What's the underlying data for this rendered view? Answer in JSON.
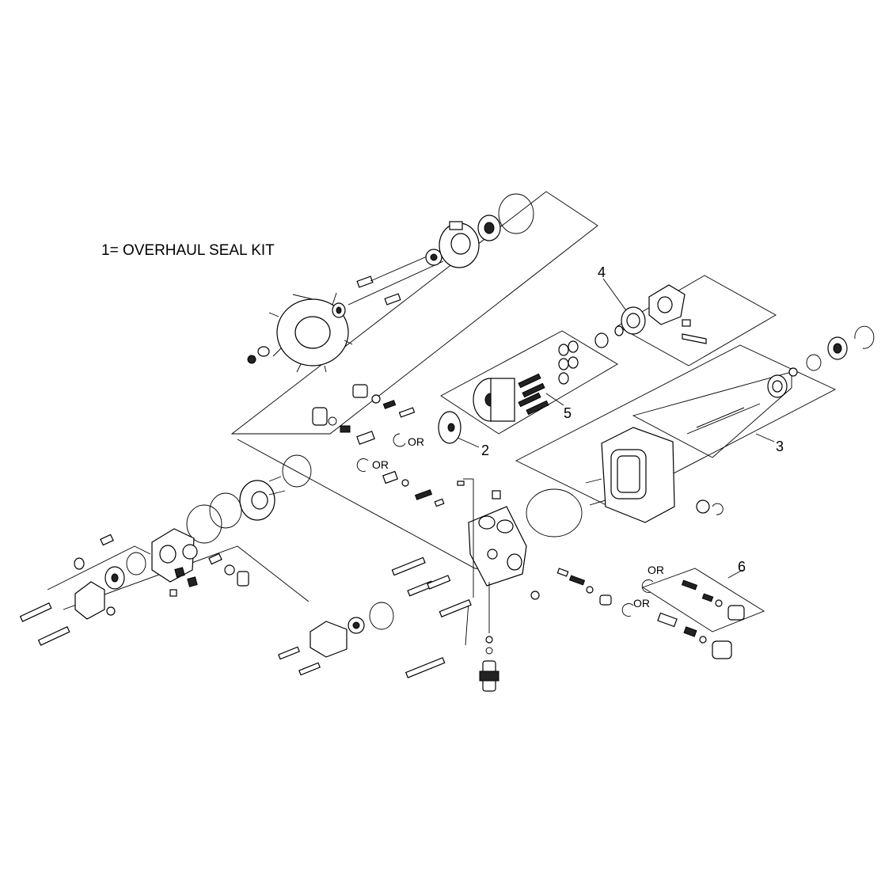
{
  "diagram": {
    "title": "1= OVERHAUL SEAL KIT",
    "callouts": {
      "two": "2",
      "three": "3",
      "four": "4",
      "five": "5",
      "six": "6"
    },
    "or_labels": [
      "OR",
      "OR",
      "OR",
      "OR"
    ]
  }
}
